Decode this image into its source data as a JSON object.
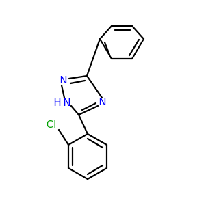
{
  "molecule": {
    "atoms": {
      "n1": "N",
      "nh": "H",
      "n_h": "N",
      "n4": "N",
      "cl": "Cl"
    },
    "colors": {
      "bond": "#000000",
      "nitrogen": "#0000ff",
      "chlorine": "#00a000",
      "background": "#ffffff"
    }
  }
}
